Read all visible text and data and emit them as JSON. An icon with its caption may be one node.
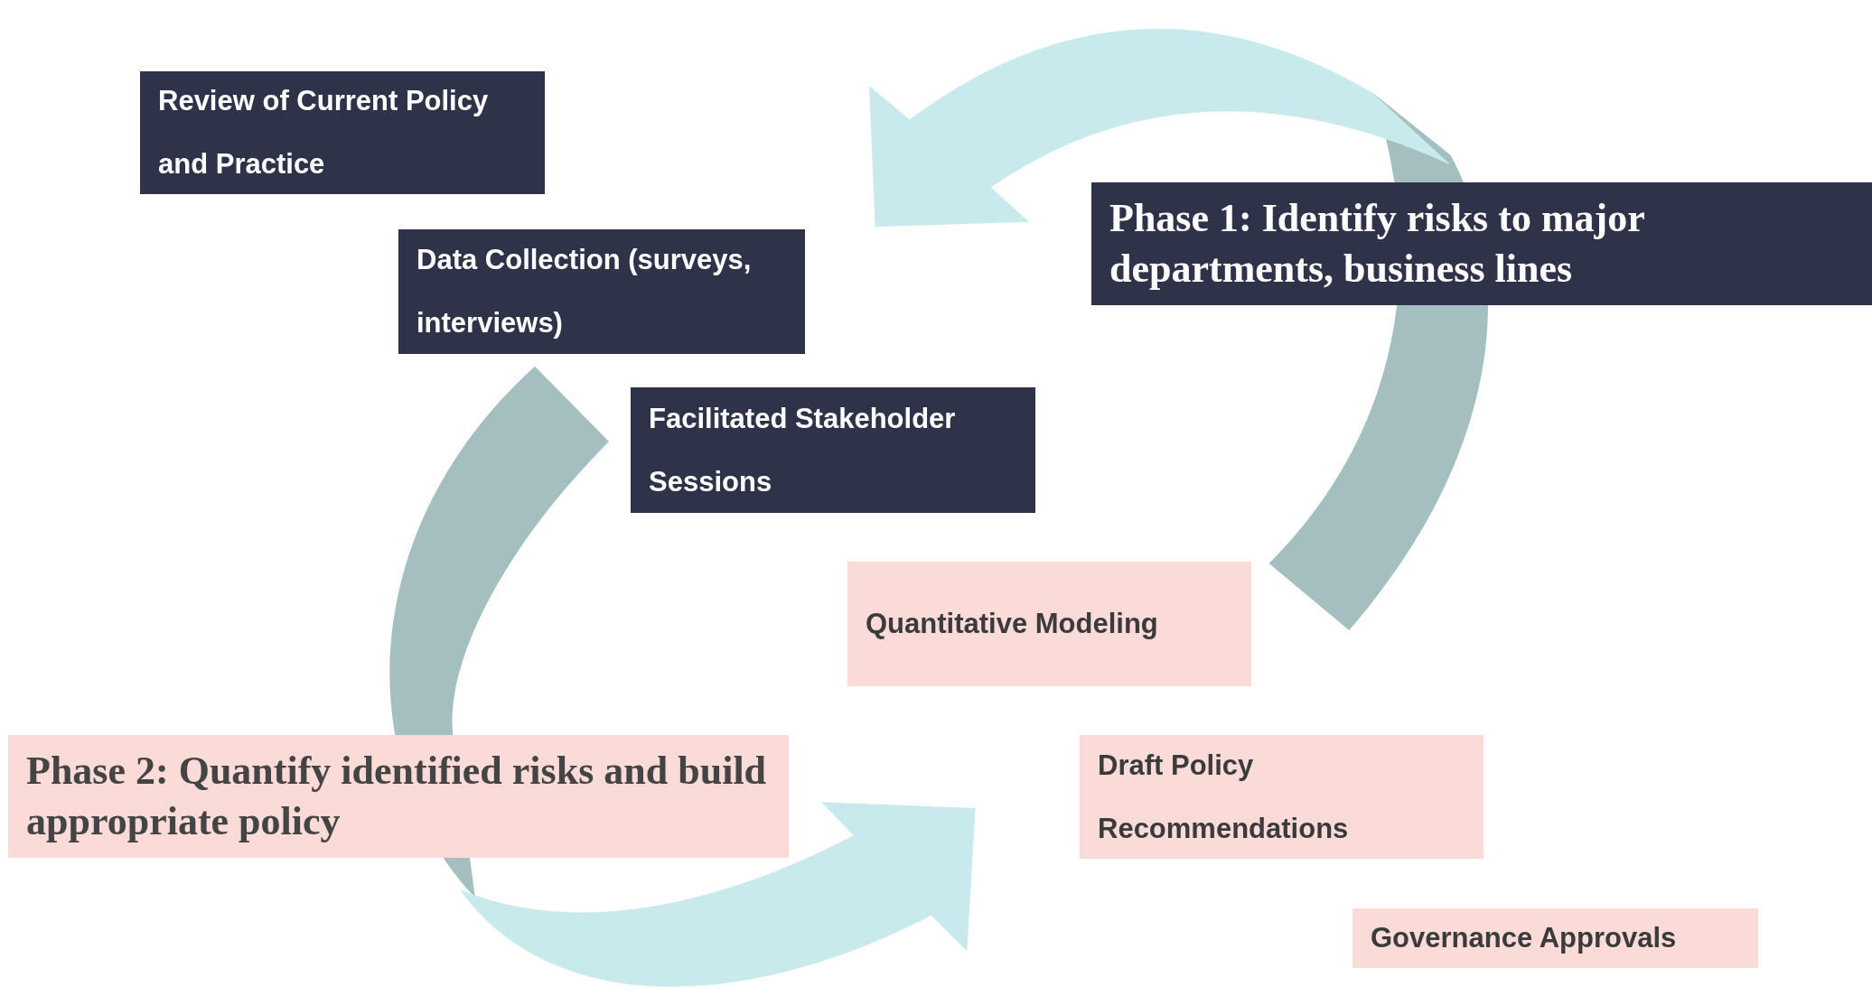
{
  "diagram": {
    "nodes": [
      {
        "text": [
          "Review of Current Policy and Practice"
        ]
      },
      {
        "text": [
          "Phase 1: Identify risks to major departments, business lines"
        ]
      },
      {
        "text": [
          "Data Collection (surveys, interviews)"
        ]
      },
      {
        "text": [
          "Facilitated Stakeholder Sessions"
        ]
      },
      {
        "text": [
          "Quantitative Modeling"
        ]
      },
      {
        "text": [
          "Phase 2: Quantify identified risks and build appropriate policy"
        ]
      },
      {
        "text": [
          "Draft Policy Recommendations"
        ]
      },
      {
        "text": [
          "Governance Approvals"
        ]
      }
    ]
  }
}
